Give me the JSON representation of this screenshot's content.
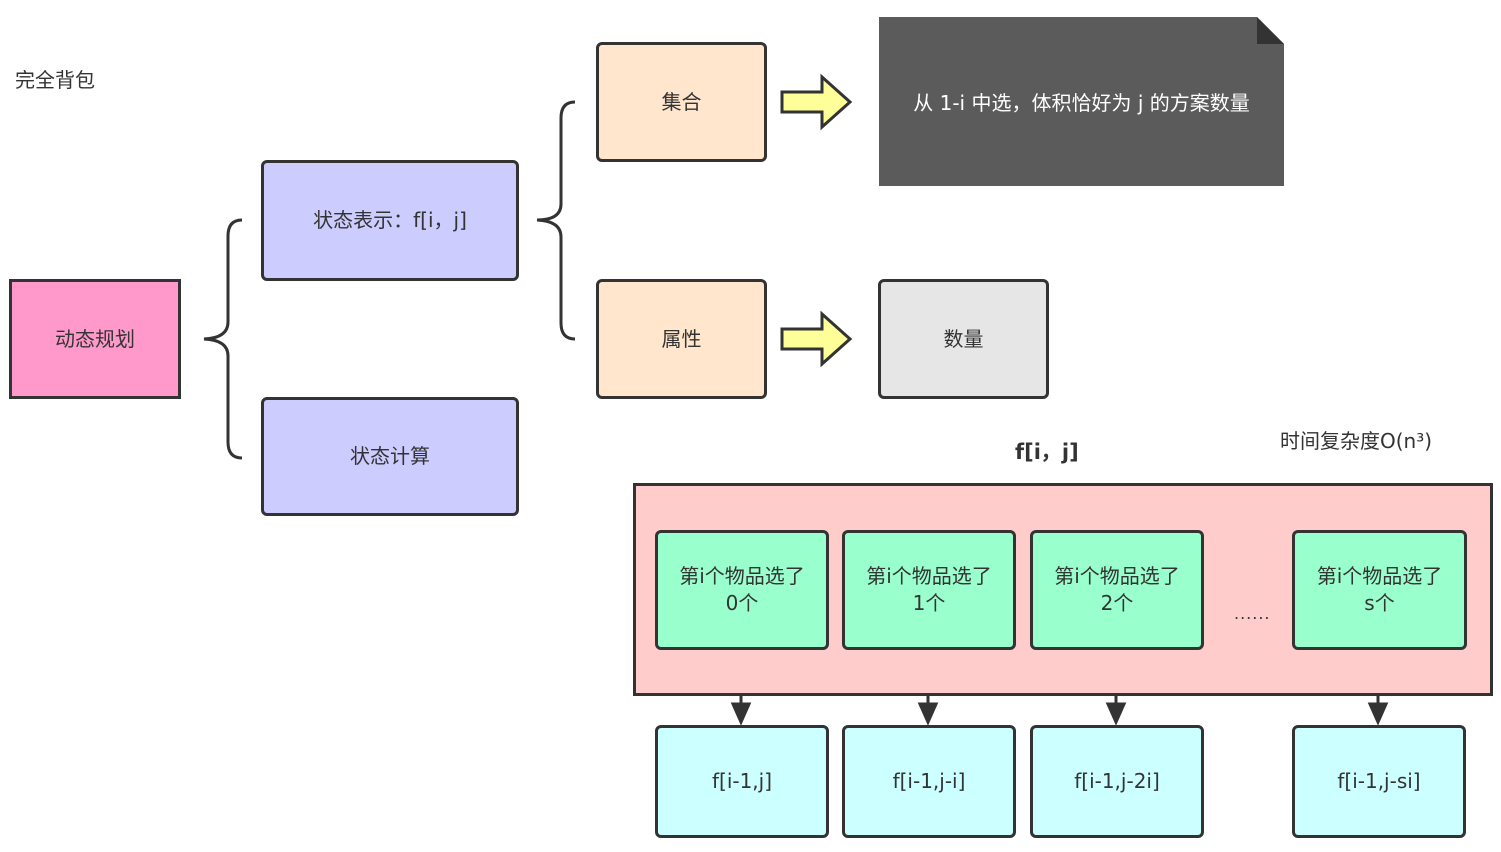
{
  "page_title": "完全背包",
  "root": {
    "label": "动态规划"
  },
  "state_repr": {
    "label": "状态表示：f[i，j]"
  },
  "state_calc": {
    "label": "状态计算"
  },
  "set": {
    "label": "集合",
    "description": "从 1-i 中选，体积恰好为 j 的方案数量"
  },
  "attribute": {
    "label": "属性",
    "value": "数量"
  },
  "calc": {
    "title": "f[i，j]",
    "complexity": "时间复杂度O(n³)",
    "ellipsis": "......",
    "choices": [
      {
        "label": "第i个物品选了\n0个",
        "result": "f[i-1,j]"
      },
      {
        "label": "第i个物品选了\n1个",
        "result": "f[i-1,j-i]"
      },
      {
        "label": "第i个物品选了\n2个",
        "result": "f[i-1,j-2i]"
      },
      {
        "label": "第i个物品选了\ns个",
        "result": "f[i-1,j-si]"
      }
    ]
  },
  "colors": {
    "root_fill": "#ff99cc",
    "state_fill": "#ccccff",
    "set_fill": "#ffe6cc",
    "note_fill": "#5b5b5b",
    "value_fill": "#e6e6e6",
    "group_fill": "#ffcccc",
    "choice_fill": "#99ffcc",
    "result_fill": "#ccffff",
    "arrow_fill": "#ffff99",
    "stroke": "#333333"
  }
}
